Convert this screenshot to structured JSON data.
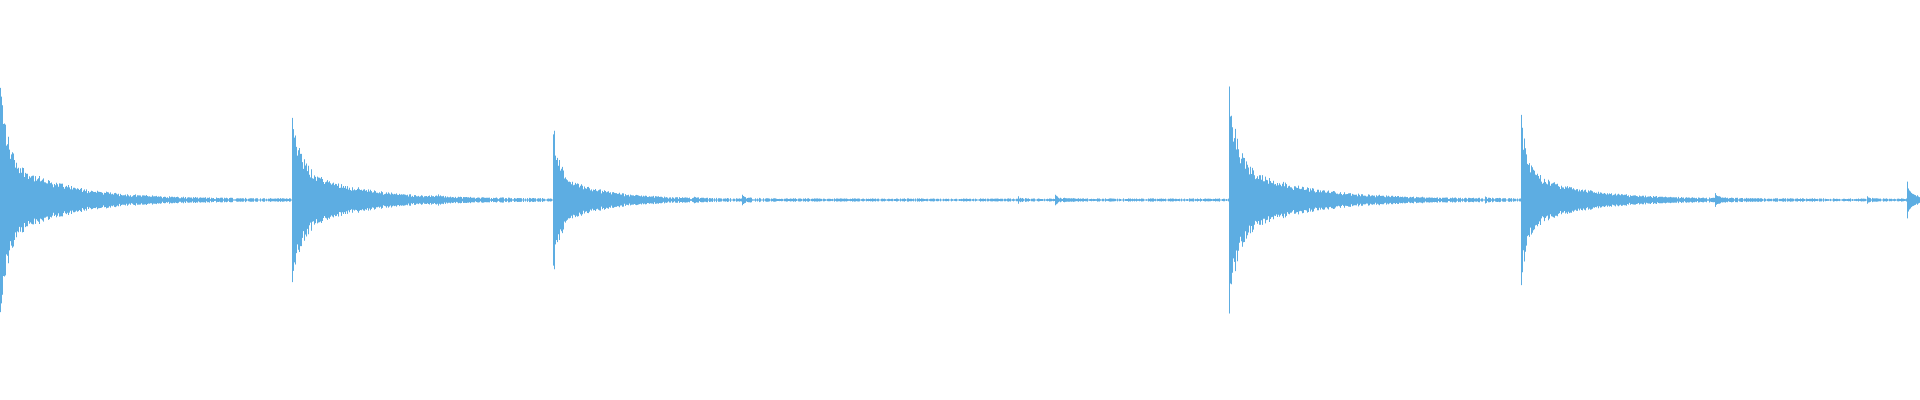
{
  "waveform": {
    "color": "#5dade2",
    "noise_gaps": true,
    "events": [
      {
        "t": 0.0,
        "amp": 0.57,
        "decay": 0.03
      },
      {
        "t": 0.031,
        "amp": 0.03,
        "decay": 0.003
      },
      {
        "t": 0.152,
        "amp": 0.46,
        "decay": 0.03
      },
      {
        "t": 0.228,
        "amp": 0.02,
        "decay": 0.003
      },
      {
        "t": 0.26,
        "amp": 0.01,
        "decay": 0.002
      },
      {
        "t": 0.288,
        "amp": 0.37,
        "decay": 0.022
      },
      {
        "t": 0.361,
        "amp": 0.02,
        "decay": 0.002
      },
      {
        "t": 0.386,
        "amp": 0.03,
        "decay": 0.005
      },
      {
        "t": 0.53,
        "amp": 0.03,
        "decay": 0.002
      },
      {
        "t": 0.549,
        "amp": 0.04,
        "decay": 0.005
      },
      {
        "t": 0.64,
        "amp": 0.54,
        "decay": 0.032
      },
      {
        "t": 0.773,
        "amp": 0.02,
        "decay": 0.003
      },
      {
        "t": 0.792,
        "amp": 0.4,
        "decay": 0.028
      },
      {
        "t": 0.893,
        "amp": 0.03,
        "decay": 0.005
      },
      {
        "t": 0.972,
        "amp": 0.02,
        "decay": 0.003
      },
      {
        "t": 0.993,
        "amp": 0.11,
        "decay": 0.006
      }
    ]
  }
}
